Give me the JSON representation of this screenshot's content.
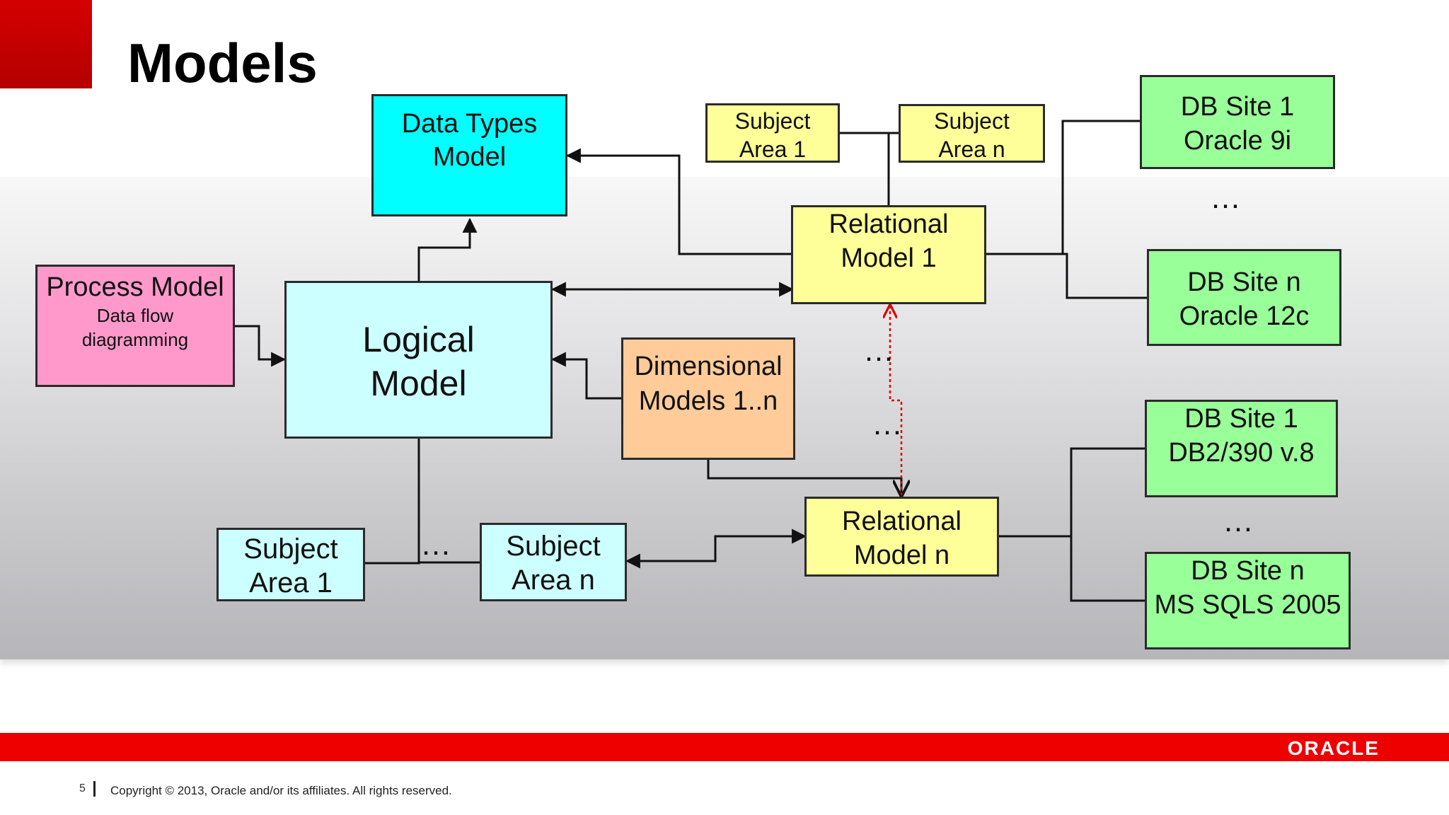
{
  "slide": {
    "title": "Models",
    "page_number": "5",
    "copyright": "Copyright © 2013, Oracle and/or its affiliates. All rights reserved.",
    "brand": "ORACLE"
  },
  "colors": {
    "brand_red": "#ee0000",
    "data_types": "#00ffff",
    "logical": "#ccffff",
    "process": "#ff99cc",
    "relational": "#ffff99",
    "dimensional": "#ffcc99",
    "db_site": "#99ff99",
    "subject_light": "#ccffff",
    "subject_yellow": "#ffff99",
    "dashed_arrow": "#e00000"
  },
  "nodes": {
    "data_types": {
      "line1": "Data Types",
      "line2": "Model"
    },
    "process": {
      "title": "Process Model",
      "sub1": "Data flow",
      "sub2": "diagramming"
    },
    "logical": {
      "line1": "Logical",
      "line2": "Model"
    },
    "dimensional": {
      "line1": "Dimensional",
      "line2": "Models 1..n"
    },
    "relational_1": {
      "line1": "Relational",
      "line2": "Model 1"
    },
    "relational_n": {
      "line1": "Relational",
      "line2": "Model n"
    },
    "rel_subject_1": {
      "line1": "Subject",
      "line2": "Area 1"
    },
    "rel_subject_n": {
      "line1": "Subject",
      "line2": "Area n"
    },
    "log_subject_1": {
      "line1": "Subject",
      "line2": "Area 1"
    },
    "log_subject_n": {
      "line1": "Subject",
      "line2": "Area n"
    },
    "db_site_1_oracle": {
      "line1": "DB Site 1",
      "line2": "Oracle 9i"
    },
    "db_site_n_oracle": {
      "line1": "DB Site n",
      "line2": "Oracle 12c"
    },
    "db_site_1_db2": {
      "line1": "DB Site 1",
      "line2": "DB2/390 v.8"
    },
    "db_site_n_mssql": {
      "line1": "DB Site n",
      "line2": "MS SQLS 2005"
    }
  },
  "ellipsis": "…"
}
